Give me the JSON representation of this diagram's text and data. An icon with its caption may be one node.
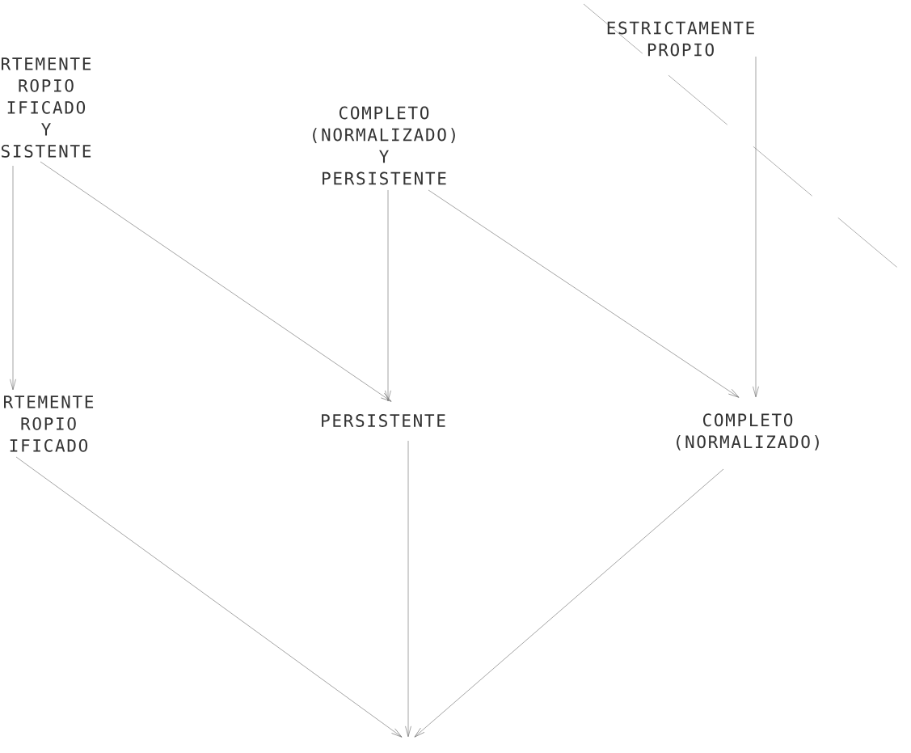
{
  "diagram": {
    "nodes": [
      {
        "text": [
          "RTEMENTE ROPIO IFICADO Y SISTENTE"
        ]
      },
      {
        "text": [
          "COMPLETO (NORMALIZADO) Y PERSISTENTE"
        ]
      },
      {
        "text": [
          "ESTRICTAMENTE PROPIO"
        ]
      },
      {
        "text": [
          "RTEMENTE ROPIO IFICADO"
        ]
      },
      {
        "text": [
          "PERSISTENTE"
        ]
      },
      {
        "text": [
          "COMPLETO (NORMALIZADO)"
        ]
      }
    ],
    "edges": [
      {
        "from": 0,
        "to": 3,
        "arrow": "to"
      },
      {
        "from": 0,
        "to": 4,
        "arrow": "to"
      },
      {
        "from": 1,
        "to": 4,
        "arrow": "to"
      },
      {
        "from": 1,
        "to": 5,
        "arrow": "to"
      },
      {
        "from": 2,
        "to": 5,
        "arrow": "to"
      },
      {
        "from": 3,
        "to": null,
        "arrow": "to"
      },
      {
        "from": 4,
        "to": null,
        "arrow": "to"
      },
      {
        "from": 5,
        "to": null,
        "arrow": "to"
      }
    ]
  }
}
